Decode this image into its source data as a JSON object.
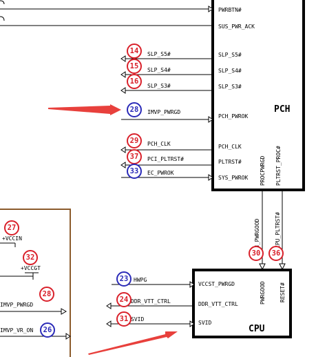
{
  "colors": {
    "red": "#d9202a",
    "blue": "#2a2ab8",
    "arrow": "#e8403c",
    "brown": "#8b5a2b"
  },
  "pch": {
    "title": "PCH",
    "pins_left": [
      "PWRBTN#",
      "SUS_PWR_ACK",
      "SLP_S5#",
      "SLP_S4#",
      "SLP_S3#",
      "PCH_PWROK",
      "PCH_CLK",
      "PLTRST#",
      "SYS_PWROK"
    ],
    "pins_bottom": [
      "PROCPWRGD",
      "PLTRST_PROC#"
    ]
  },
  "cpu": {
    "title": "CPU",
    "pins_left": [
      "VCCST_PWRGD",
      "DDR_VTT_CTRL",
      "SVID"
    ],
    "pins_top": [
      "PWRGOOD",
      "RESET#"
    ]
  },
  "vr": {
    "labels": [
      "+VCCIN",
      "+VCCGT",
      "IMVP_PWRGD",
      "IMVP_VR_ON"
    ]
  },
  "nets": {
    "slp_s5": "SLP_S5#",
    "slp_s4": "SLP_S4#",
    "slp_s3": "SLP_S3#",
    "imvp_pwrgd": "IMVP_PWRGD",
    "pch_clk": "PCH_CLK",
    "pci_pltrst": "PCI_PLTRST#",
    "ec_pwrok": "EC_PWROK",
    "h_pwrgood": "H_PWRGOOD",
    "cpu_pltrst": "CPU_PLTRST#",
    "hwpg": "HWPG",
    "ddr_vtt_ctrl": "DDR_VTT_CTRL",
    "svid": "SVID"
  },
  "steps": {
    "s14": "14",
    "s15": "15",
    "s16": "16",
    "s28a": "28",
    "s29": "29",
    "s37": "37",
    "s33": "33",
    "s30": "30",
    "s36": "36",
    "s23": "23",
    "s24": "24",
    "s31": "31",
    "s27": "27",
    "s32": "32",
    "s28b": "28",
    "s26": "26"
  }
}
